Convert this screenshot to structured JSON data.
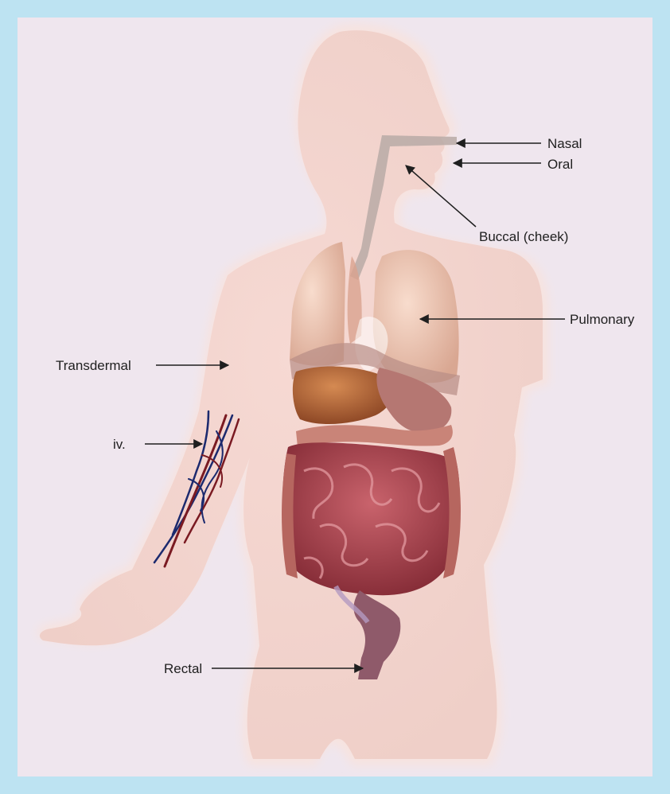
{
  "diagram": {
    "labels": {
      "nasal": "Nasal",
      "oral": "Oral",
      "buccal": "Buccal (cheek)",
      "pulmonary": "Pulmonary",
      "transdermal": "Transdermal",
      "iv": "iv.",
      "rectal": "Rectal"
    }
  },
  "colors": {
    "frame_border": "#bde3f2",
    "background": "#efe6ee",
    "body_fill": "#f3d2cc",
    "body_glow": "#f7e3df",
    "lung": "#f0c8b4",
    "liver": "#b8683c",
    "stomach": "#c25a62",
    "intestine": "#a8414d",
    "colon": "#b65c5e",
    "vein_blue": "#1c2a6e",
    "vein_red": "#7a1a22",
    "arrow": "#1f1f1f"
  }
}
